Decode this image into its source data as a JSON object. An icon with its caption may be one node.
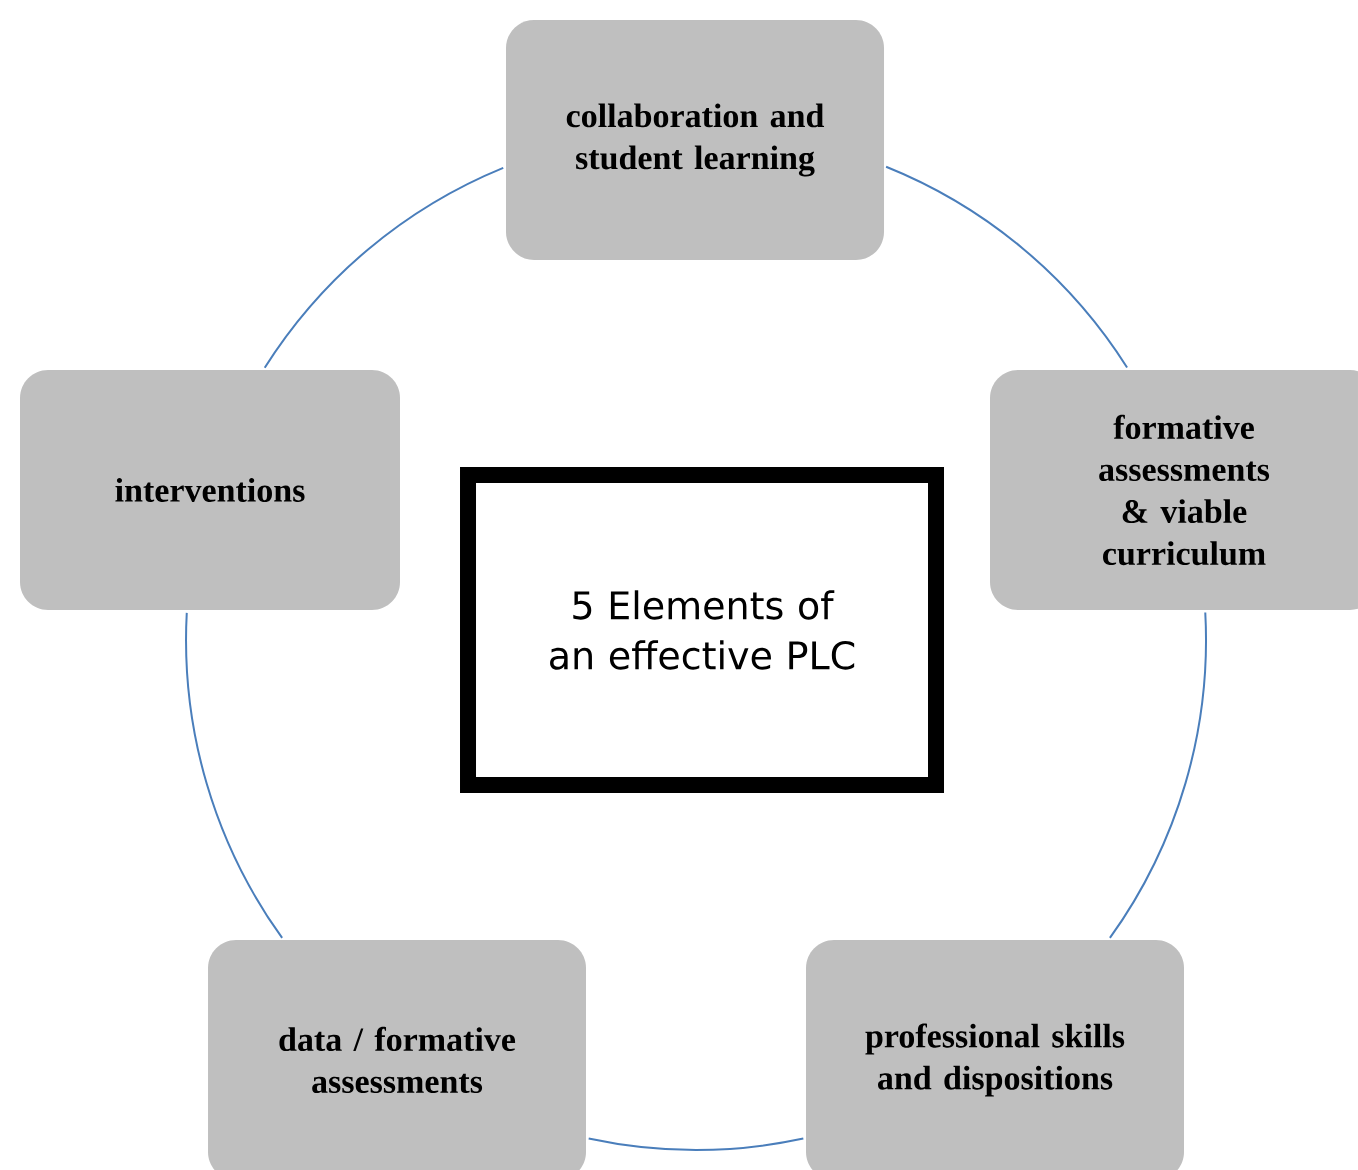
{
  "diagram": {
    "nodes": [
      {
        "text": [
          "5 Elements of an effective PLC"
        ]
      },
      {
        "text": [
          "collaboration and student learning"
        ]
      },
      {
        "text": [
          "formative assessments & viable curriculum"
        ]
      },
      {
        "text": [
          "professional skills and dispositions"
        ]
      },
      {
        "text": [
          "data / formative assessments"
        ]
      },
      {
        "text": [
          "interventions"
        ]
      }
    ],
    "edges": [
      {
        "from": 1,
        "to": 2,
        "arrow": "none"
      },
      {
        "from": 2,
        "to": 3,
        "arrow": "none"
      },
      {
        "from": 3,
        "to": 4,
        "arrow": "none"
      },
      {
        "from": 4,
        "to": 5,
        "arrow": "none"
      },
      {
        "from": 5,
        "to": 1,
        "arrow": "none"
      }
    ]
  }
}
